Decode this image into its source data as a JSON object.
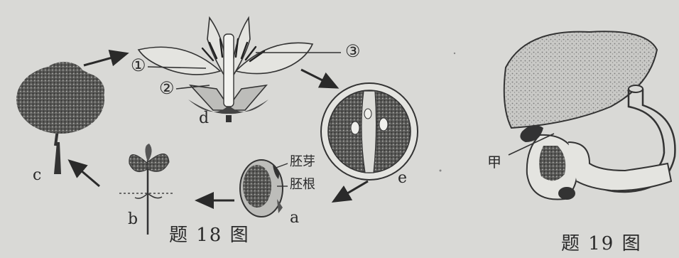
{
  "figure18": {
    "labels": {
      "a": "a",
      "b": "b",
      "c": "c",
      "d": "d",
      "e": "e"
    },
    "parts": {
      "p1": "①",
      "p2": "②",
      "p3": "③"
    },
    "seed_parts": {
      "plumule": "胚芽",
      "radicle": "胚根"
    },
    "caption": "题 18 图"
  },
  "figure19": {
    "label_jia": "甲",
    "caption": "题 19 图"
  }
}
